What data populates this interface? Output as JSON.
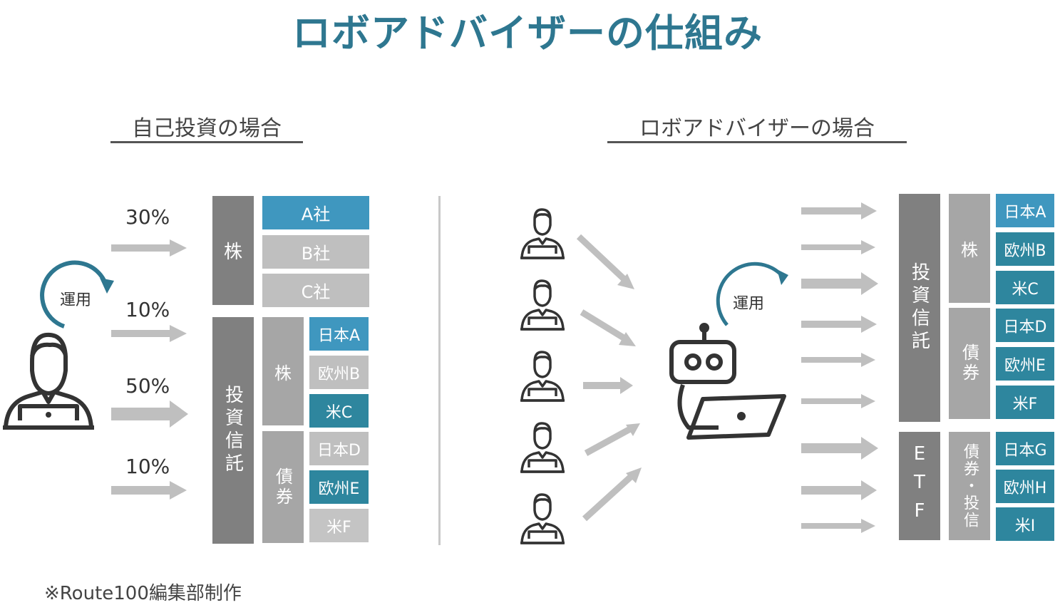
{
  "title": "ロボアドバイザーの仕組み",
  "left": {
    "heading": "自己投資の場合",
    "cycle_label": "運用",
    "percentages": [
      "30%",
      "10%",
      "50%",
      "10%"
    ],
    "category_stock": "株",
    "category_fund": "投資信託",
    "stock_companies": [
      "A社",
      "B社",
      "C社"
    ],
    "fund_sub_stock": "株",
    "fund_sub_bond": "債券",
    "fund_stock_items": [
      "日本A",
      "欧州B",
      "米C"
    ],
    "fund_bond_items": [
      "日本D",
      "欧州E",
      "米F"
    ]
  },
  "right": {
    "heading": "ロボアドバイザーの場合",
    "cycle_label": "運用",
    "category_fund": "投資信託",
    "category_etf": "ETF",
    "fund_sub_stock": "株",
    "fund_sub_bond": "債券",
    "etf_sub": "債券・投信",
    "fund_stock_items": [
      "日本A",
      "欧州B",
      "米C"
    ],
    "fund_bond_items": [
      "日本D",
      "欧州E",
      "米F"
    ],
    "etf_items": [
      "日本G",
      "欧州H",
      "米I"
    ]
  },
  "note": "※Route100編集部制作",
  "colors": {
    "title": "#2e7790",
    "highlight_blue": "#3f97bf",
    "highlight_teal": "#2e869e",
    "dark_gray": "#808080",
    "mid_gray": "#a6a6a6",
    "light_gray": "#bfbfbf",
    "icon": "#333333",
    "cycle_arrow": "#2e7790"
  }
}
